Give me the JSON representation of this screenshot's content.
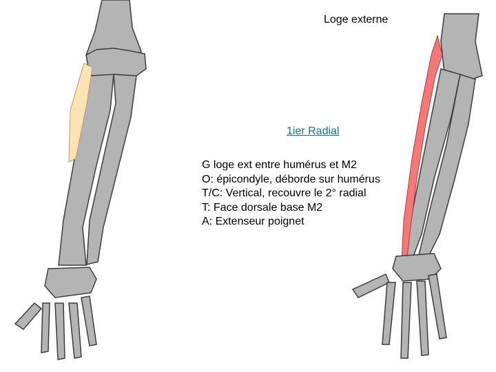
{
  "header": {
    "title": "Loge externe"
  },
  "muscle": {
    "name_link": "1ier Radial"
  },
  "description": {
    "lines": [
      "G loge ext entre humérus et M2",
      "O: épicondyle, déborde sur humérus",
      "T/C: Vertical, recouvre le 2° radial",
      "T: Face dorsale base M2",
      "A: Extenseur poignet"
    ]
  },
  "colors": {
    "bone_fill": "#b4b4b4",
    "bone_stroke": "#3c3c3c",
    "muscle_left": "#fde3b3",
    "muscle_right": "#f47878",
    "link": "#1a6f8a"
  }
}
